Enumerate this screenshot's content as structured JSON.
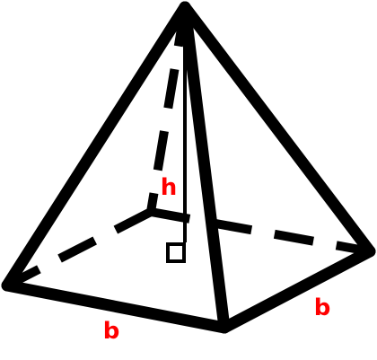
{
  "labels": {
    "height": "h",
    "base_front": "b",
    "base_right": "b"
  },
  "colors": {
    "stroke": "#000000",
    "label": "#ff0000",
    "background": "#ffffff"
  }
}
